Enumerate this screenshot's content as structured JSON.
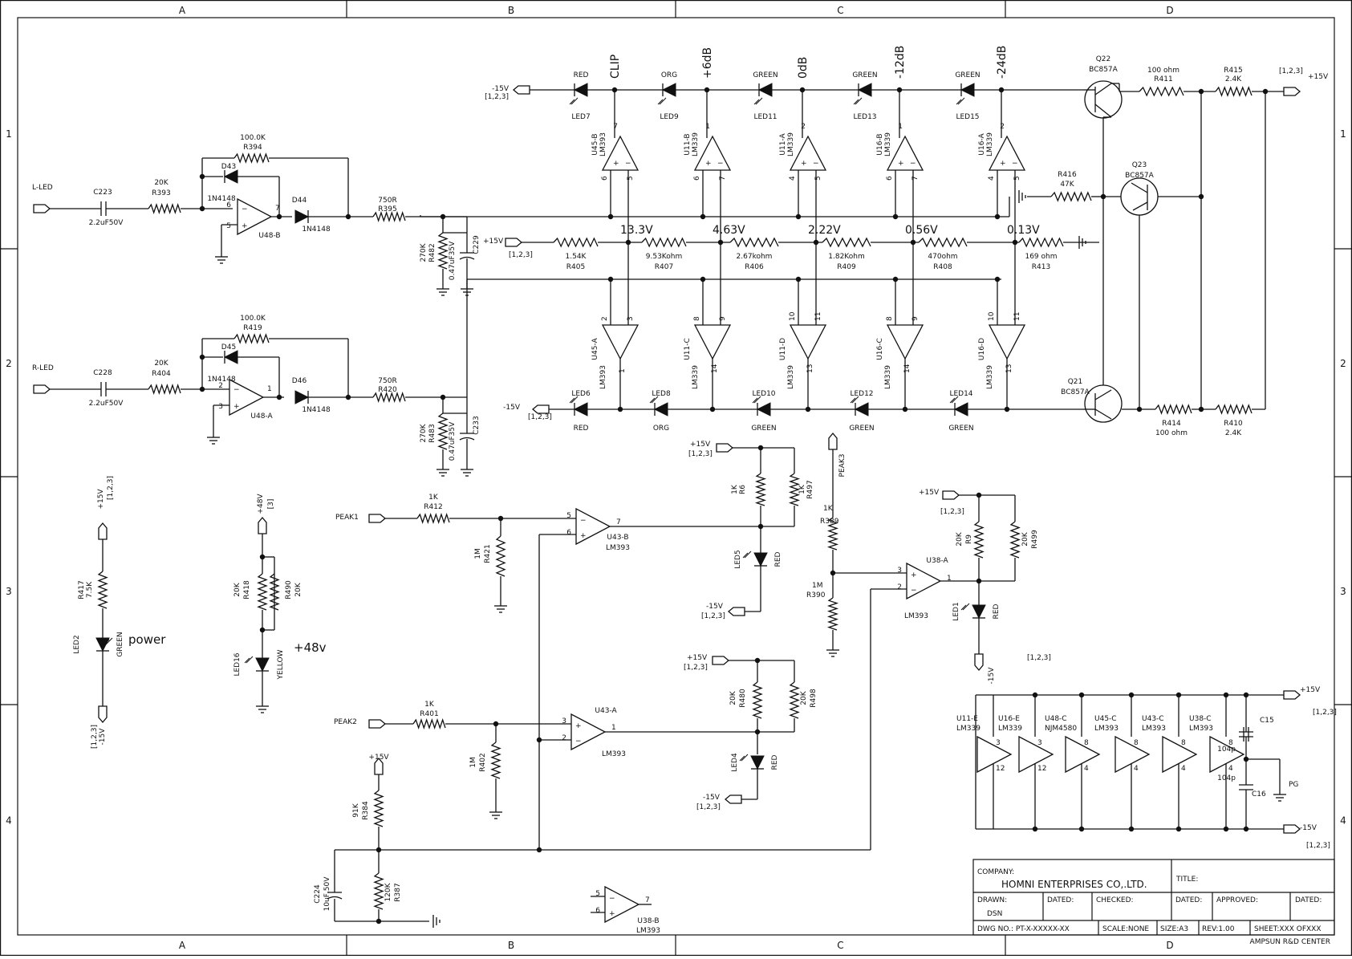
{
  "frame": {
    "columns": [
      "A",
      "B",
      "C",
      "D"
    ],
    "rows": [
      "1",
      "2",
      "3",
      "4"
    ]
  },
  "inputs": {
    "l_led": "L-LED",
    "r_led": "R-LED",
    "peak1": "PEAK1",
    "peak2": "PEAK2",
    "peak3": "PEAK3"
  },
  "rails": {
    "pos15": "+15V",
    "neg15": "-15V",
    "pos48": "+48V",
    "ref123": "[1,2,3]",
    "ref3": "[3]"
  },
  "meter": {
    "levels": [
      {
        "label": "CLIP",
        "led_top": "LED7",
        "led_bot": "LED6",
        "color_top": "RED",
        "color_bot": "RED",
        "comp_top": "U45-B",
        "comp_top_pins": [
          "7",
          "6",
          "5"
        ],
        "ic_top": "LM393",
        "comp_bot": "U45-A",
        "comp_bot_pins": [
          "2",
          "3",
          "1"
        ],
        "ic_bot": "LM393",
        "tap": "13.3V"
      },
      {
        "label": "+6dB",
        "led_top": "LED9",
        "led_bot": "LED8",
        "color_top": "ORG",
        "color_bot": "ORG",
        "comp_top": "U11-B",
        "comp_top_pins": [
          "1",
          "6",
          "7"
        ],
        "ic_top": "LM339",
        "comp_bot": "U11-C",
        "comp_bot_pins": [
          "8",
          "9",
          "14"
        ],
        "ic_bot": "LM339",
        "tap": "4.63V"
      },
      {
        "label": "0dB",
        "led_top": "LED11",
        "led_bot": "LED10",
        "color_top": "GREEN",
        "color_bot": "GREEN",
        "comp_top": "U11-A",
        "comp_top_pins": [
          "2",
          "4",
          "5"
        ],
        "ic_top": "LM339",
        "comp_bot": "U11-D",
        "comp_bot_pins": [
          "10",
          "11",
          "13"
        ],
        "ic_bot": "LM339",
        "tap": "2.22V"
      },
      {
        "label": "-12dB",
        "led_top": "LED13",
        "led_bot": "LED12",
        "color_top": "GREEN",
        "color_bot": "GREEN",
        "comp_top": "U16-B",
        "comp_top_pins": [
          "1",
          "6",
          "7"
        ],
        "ic_top": "LM339",
        "comp_bot": "U16-C",
        "comp_bot_pins": [
          "8",
          "9",
          "14"
        ],
        "ic_bot": "LM339",
        "tap": "0.56V"
      },
      {
        "label": "-24dB",
        "led_top": "LED15",
        "led_bot": "LED14",
        "color_top": "GREEN",
        "color_bot": "GREEN",
        "comp_top": "U16-A",
        "comp_top_pins": [
          "2",
          "4",
          "5"
        ],
        "ic_top": "LM339",
        "comp_bot": "U16-D",
        "comp_bot_pins": [
          "10",
          "11",
          "13"
        ],
        "ic_bot": "LM339",
        "tap": "0.13V"
      }
    ],
    "ladder": [
      {
        "value": "1.54K",
        "ref": "R405"
      },
      {
        "value": "9.53Kohm",
        "ref": "R407"
      },
      {
        "value": "2.67kohm",
        "ref": "R406"
      },
      {
        "value": "1.82Kohm",
        "ref": "R409"
      },
      {
        "value": "470ohm",
        "ref": "R408"
      },
      {
        "value": "169 ohm",
        "ref": "R413"
      }
    ]
  },
  "left_channel": {
    "cap": "C223",
    "cap_value": "2.2uF50V",
    "rin": "R393",
    "rin_value": "20K",
    "rfb": "R394",
    "rfb_value": "100.0K",
    "d_fb": "D43",
    "d_fb_part": "1N4148",
    "d_out": "D44",
    "d_out_part": "1N4148",
    "amp": "U48-B",
    "pin_inv": "6",
    "pin_ninv": "5",
    "pin_out": "7",
    "rser": "R395",
    "rser_value": "750R",
    "rsh": "R482",
    "rsh_value": "270K",
    "csh": "C229",
    "csh_value": "0.47uF35V"
  },
  "right_channel": {
    "cap": "C228",
    "cap_value": "2.2uF50V",
    "rin": "R404",
    "rin_value": "20K",
    "rfb": "R419",
    "rfb_value": "100.0K",
    "d_fb": "D45",
    "d_fb_part": "1N4148",
    "d_out": "D46",
    "d_out_part": "1N4148",
    "amp": "U48-A",
    "pin_inv": "2",
    "pin_ninv": "3",
    "pin_out": "1",
    "rser": "R420",
    "rser_value": "750R",
    "rsh": "R483",
    "rsh_value": "270K",
    "csh": "C233",
    "csh_value": "0.47uF35V"
  },
  "transistors": {
    "q22": {
      "ref": "Q22",
      "part": "BC857A"
    },
    "q23": {
      "ref": "Q23",
      "part": "BC857A"
    },
    "q21": {
      "ref": "Q21",
      "part": "BC857A"
    },
    "r411": {
      "ref": "R411",
      "value": "100 ohm"
    },
    "r415": {
      "ref": "R415",
      "value": "2.4K"
    },
    "r416": {
      "ref": "R416",
      "value": "47K"
    },
    "r414": {
      "ref": "R414",
      "value": "100 ohm"
    },
    "r410": {
      "ref": "R410",
      "value": "2.4K"
    }
  },
  "power_led": {
    "r": "R417",
    "r_value": "7.5K",
    "led": "LED2",
    "color": "GREEN",
    "note": "power"
  },
  "phantom_led": {
    "r1": "R418",
    "r1_value": "20K",
    "r2": "R490",
    "r2_value": "20K",
    "led": "LED16",
    "color": "YELLOW",
    "note": "+48v"
  },
  "peak": {
    "r412": "R412",
    "r412_value": "1K",
    "r421": "R421",
    "r421_value": "1M",
    "u43b": "U43-B",
    "u43b_part": "LM393",
    "u43b_pins": [
      "5",
      "6",
      "7"
    ],
    "r6": "R6",
    "r6_value": "1K",
    "r497": "R497",
    "r497_value": "1K",
    "led5": "LED5",
    "led5_color": "RED",
    "r401": "R401",
    "r401_value": "1K",
    "r402": "R402",
    "r402_value": "1M",
    "u43a": "U43-A",
    "u43a_part": "LM393",
    "u43a_pins": [
      "3",
      "2",
      "1"
    ],
    "r480": "R480",
    "r480_value": "20K",
    "r498": "R498",
    "r498_value": "20K",
    "led4": "LED4",
    "led4_color": "RED",
    "r384": "R384",
    "r384_value": "91K",
    "r387": "R387",
    "r387_value": "120K",
    "c224": "C224",
    "c224_value": "10uF,50V",
    "r389": "R389",
    "r389_value": "1K",
    "r390": "R390",
    "r390_value": "1M",
    "u38a": "U38-A",
    "u38a_part": "LM393",
    "u38a_pins": [
      "3",
      "2",
      "1"
    ],
    "r9": "R9",
    "r9_value": "20K",
    "r499": "R499",
    "r499_value": "20K",
    "led1": "LED1",
    "led1_color": "RED",
    "u38b": "U38-B",
    "u38b_part": "LM393",
    "u38b_pins": [
      "5",
      "6",
      "7"
    ]
  },
  "supply": {
    "units": [
      {
        "ref": "U11-E",
        "part": "LM339",
        "pin_top": "3",
        "pin_bot": "12"
      },
      {
        "ref": "U16-E",
        "part": "LM339",
        "pin_top": "3",
        "pin_bot": "12"
      },
      {
        "ref": "U48-C",
        "part": "NJM4580",
        "pin_top": "8",
        "pin_bot": "4"
      },
      {
        "ref": "U45-C",
        "part": "LM393",
        "pin_top": "8",
        "pin_bot": "4"
      },
      {
        "ref": "U43-C",
        "part": "LM393",
        "pin_top": "8",
        "pin_bot": "4"
      },
      {
        "ref": "U38-C",
        "part": "LM393",
        "pin_top": "8",
        "pin_bot": "4"
      }
    ],
    "c15": "C15",
    "c15_value": "104p",
    "c16": "C16",
    "c16_value": "104p",
    "pg": "PG"
  },
  "title_block": {
    "company_label": "COMPANY:",
    "company": "HOMNI ENTERPRISES CO,.LTD.",
    "title_label": "TITLE:",
    "drawn_label": "DRAWN:",
    "drawn": "DSN",
    "dated_label": "DATED:",
    "checked_label": "CHECKED:",
    "approved_label": "APPROVED:",
    "dwg_no": "DWG NO.: PT-X-XXXXX-XX",
    "scale": "SCALE:NONE",
    "size": "SIZE:A3",
    "rev": "REV:1.00",
    "sheet": "SHEET:XXX OFXXX",
    "footer": "AMPSUN R&D CENTER"
  }
}
